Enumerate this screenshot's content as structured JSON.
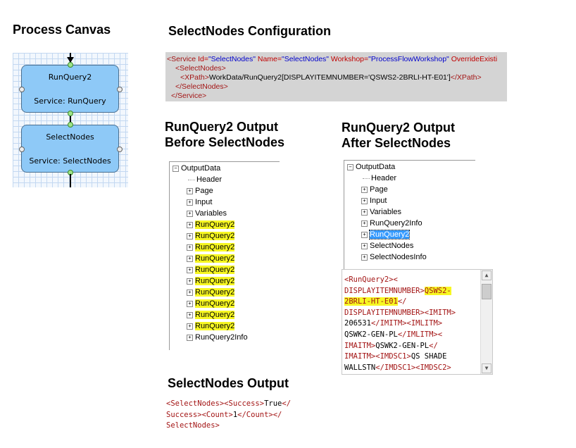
{
  "headings": {
    "process_canvas": "Process Canvas",
    "selectnodes_config": "SelectNodes Configuration",
    "before": "RunQuery2 Output\nBefore SelectNodes",
    "after": "RunQuery2 Output\nAfter SelectNodes",
    "selectnodes_output": "SelectNodes Output"
  },
  "canvas": {
    "node1": {
      "name": "RunQuery2",
      "service": "Service: RunQuery"
    },
    "node2": {
      "name": "SelectNodes",
      "service": "Service: SelectNodes"
    }
  },
  "config_xml": {
    "line1": {
      "open": "<Service ",
      "a1": "Id=",
      "v1": "\"SelectNodes\"",
      "a2": " Name=",
      "v2": "\"SelectNodes\"",
      "a3": " Workshop=",
      "v3": "\"ProcessFlowWorkshop\"",
      "a4": " OverrideExisti"
    },
    "line2": "<SelectNodes>",
    "line3": {
      "open": "<XPath>",
      "text": "WorkData/RunQuery2[DISPLAYITEMNUMBER='QSWS2-2BRLI-HT-E01']",
      "close": "</XPath>"
    },
    "line4": "</SelectNodes>",
    "line5": "</Service>"
  },
  "tree_before": {
    "root": "OutputData",
    "items": [
      "Header",
      "Page",
      "Input",
      "Variables",
      "RunQuery2",
      "RunQuery2",
      "RunQuery2",
      "RunQuery2",
      "RunQuery2",
      "RunQuery2",
      "RunQuery2",
      "RunQuery2",
      "RunQuery2",
      "RunQuery2",
      "RunQuery2Info"
    ]
  },
  "tree_after": {
    "root": "OutputData",
    "items": [
      "Header",
      "Page",
      "Input",
      "Variables",
      "RunQuery2Info",
      "RunQuery2",
      "SelectNodes",
      "SelectNodesInfo"
    ]
  },
  "after_xml": {
    "l1": "<RunQuery2><",
    "l2": "DISPLAYITEMNUMBER>",
    "l2hl": "QSWS2-",
    "l3hl": "2BRLI-HT-E01",
    "l3b": "</",
    "l4": "DISPLAYITEMNUMBER><IMITM>",
    "l5a": "206531",
    "l5b": "</IMITM><IMLITM>",
    "l6a": "QSWK2-GEN-PL",
    "l6b": "</IMLITM><",
    "l7a": "IMAITM>",
    "l7b": "QSWK2-GEN-PL",
    "l7c": "</",
    "l8a": "IMAITM><IMDSC1>",
    "l8b": "QS SHADE",
    "l9a": "WALLSTN",
    "l9b": "</IMDSC1><IMDSC2>"
  },
  "selout_xml": {
    "l1a": "<SelectNodes><Success>",
    "l1b": "True",
    "l1c": "</",
    "l2a": "Success><Count>",
    "l2b": "1",
    "l2c": "</Count></",
    "l3": "SelectNodes>"
  }
}
